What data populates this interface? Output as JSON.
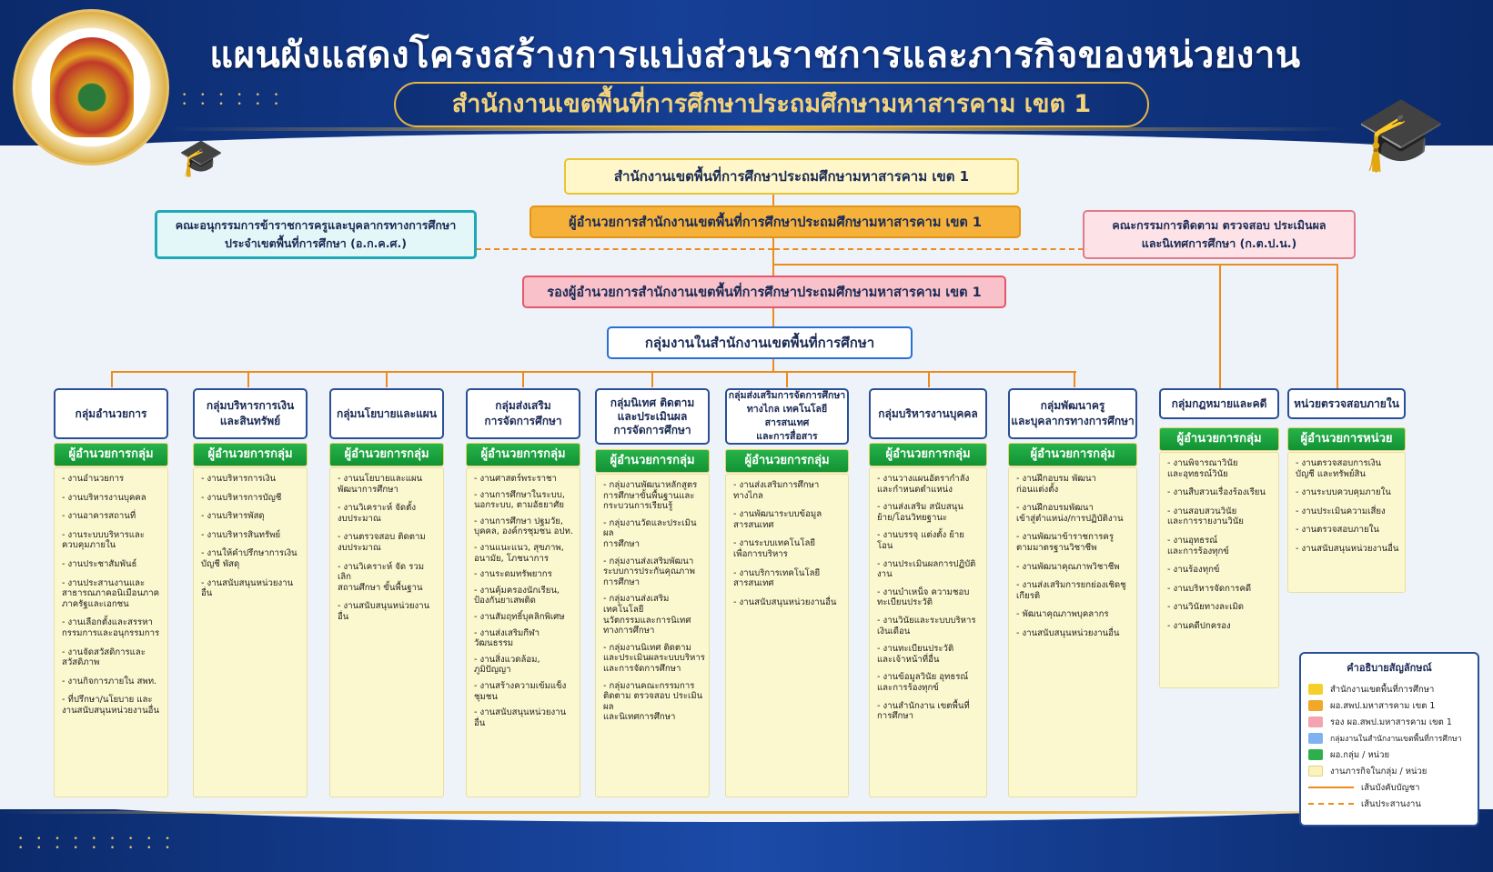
{
  "title": "แผนผังแสดงโครงสร้างการแบ่งส่วนราชการและภารกิจของหน่วยงาน",
  "subtitle": "สำนักงานเขตพื้นที่การศึกษาประถมศึกษามหาสารคาม เขต 1",
  "top_box": "สำนักงานเขตพื้นที่การศึกษาประถมศึกษามหาสารคาม เขต 1",
  "director_box": "ผู้อำนวยการสำนักงานเขตพื้นที่การศึกษาประถมศึกษามหาสารคาม เขต 1",
  "deputy_box": "รองผู้อำนวยการสำนักงานเขตพื้นที่การศึกษาประถมศึกษามหาสารคาม เขต 1",
  "groups_box": "กลุ่มงานในสำนักงานเขตพื้นที่การศึกษา",
  "left_committee": "คณะอนุกรรมการข้าราชการครูและบุคลากรทางการศึกษา\nประจำเขตพื้นที่การศึกษา (อ.ก.ค.ศ.)",
  "right_committee": "คณะกรรมการติดตาม ตรวจสอบ ประเมินผล\nและนิเทศการศึกษา (ก.ต.ป.น.)",
  "columns": [
    {
      "name": "กลุ่มอำนวยการ",
      "head": "ผู้อำนวยการกลุ่ม",
      "items": [
        "- งานอำนวยการ",
        "- งานบริหารงานบุคคล",
        "- งานอาคารสถานที่",
        "- งานระบบบริหารและ\nควบคุมภายใน",
        "- งานประชาสัมพันธ์",
        "- งานประสานงานและ\nสาธารณภาคอนิเมือนภาค\nภาครัฐและเอกชน",
        "- งานเลือกตั้งและสรรหา\nกรรมการและอนุกรรมการ",
        "- งานจัดสวัสดิการและ\nสวัสดิภาพ",
        "- งานกิจการภายใน สพท.",
        "- ที่ปรึกษา/นโยบาย และ\nงานสนับสนุนหน่วยงานอื่น"
      ]
    },
    {
      "name": "กลุ่มบริหารการเงิน\nและสินทรัพย์",
      "head": "ผู้อำนวยการกลุ่ม",
      "items": [
        "- งานบริหารการเงิน",
        "- งานบริหารการบัญชี",
        "- งานบริหารพัสดุ",
        "- งานบริหารสินทรัพย์",
        "- งานให้คำปรึกษาการเงิน\nบัญชี พัสดุ",
        "- งานสนับสนุนหน่วยงานอื่น"
      ]
    },
    {
      "name": "กลุ่มนโยบายและแผน",
      "head": "ผู้อำนวยการกลุ่ม",
      "items": [
        "- งานนโยบายและแผน\nพัฒนาการศึกษา",
        "- งานวิเคราะห์ จัดตั้ง\nงบประมาณ",
        "- งานตรวจสอบ ติดตาม\nงบประมาณ",
        "- งานวิเคราะห์ จัด รวม เลิก\nสถานศึกษา ขั้นพื้นฐาน",
        "- งานสนับสนุนหน่วยงานอื่น"
      ]
    },
    {
      "name": "กลุ่มส่งเสริม\nการจัดการศึกษา",
      "head": "ผู้อำนวยการกลุ่ม",
      "items": [
        "- งานศาสตร์พระราชา",
        "- งานการศึกษาในระบบ,\nนอกระบบ, ตามอัธยาศัย",
        "- งานการศึกษา ปฐมวัย,\nบุคคล, องค์กรชุมชน อปท.",
        "- งานแนะแนว, สุขภาพ,\nอนามัย, โภชนาการ",
        "- งานระดมทรัพยากร",
        "- งานคุ้มครองนักเรียน,\nป้องกันยาเสพติด",
        "- งานสัมฤทธิ์บุคลิกพิเศษ",
        "- งานส่งเสริมกีฬา\nวัฒนธรรม",
        "- งานสิ่งแวดล้อม,\nภูมิปัญญา",
        "- งานสร้างความเข้มแข็ง\nชุมชน",
        "- งานสนับสนุนหน่วยงานอื่น"
      ]
    },
    {
      "name": "กลุ่มนิเทศ ติดตาม\nและประเมินผล\nการจัดการศึกษา",
      "head": "ผู้อำนวยการกลุ่ม",
      "items": [
        "- กลุ่มงานพัฒนาหลักสูตร\nการศึกษาขั้นพื้นฐานและ\nกระบวนการเรียนรู้",
        "- กลุ่มงานวัดและประเมินผล\nการศึกษา",
        "- กลุ่มงานส่งเสริมพัฒนา\nระบบการประกันคุณภาพ\nการศึกษา",
        "- กลุ่มงานส่งเสริมเทคโนโลยี\nนวัตกรรมและการนิเทศ\nทางการศึกษา",
        "- กลุ่มงานนิเทศ ติดตาม\nและประเมินผลระบบบริหาร\nและการจัดการศึกษา",
        "- กลุ่มงานคณะกรรมการ\nติดตาม ตรวจสอบ ประเมินผล\nและนิเทศการศึกษา"
      ]
    },
    {
      "name": "กลุ่มส่งเสริมการจัดการศึกษา\nทางไกล เทคโนโลยีสารสนเทศ\nและการสื่อสาร",
      "head": "ผู้อำนวยการกลุ่ม",
      "items": [
        "- งานส่งเสริมการศึกษา\nทางไกล",
        "- งานพัฒนาระบบข้อมูล\nสารสนเทศ",
        "- งานระบบเทคโนโลยี\nเพื่อการบริหาร",
        "- งานบริการเทคโนโลยี\nสารสนเทศ",
        "- งานสนับสนุนหน่วยงานอื่น"
      ]
    },
    {
      "name": "กลุ่มบริหารงานบุคคล",
      "head": "ผู้อำนวยการกลุ่ม",
      "items": [
        "- งานวางแผนอัตรากำลัง\nและกำหนดตำแหน่ง",
        "- งานส่งเสริม สนับสนุน\nย้าย/โอนวิทยฐานะ",
        "- งานบรรจุ แต่งตั้ง ย้าย โอน",
        "- งานประเมินผลการปฏิบัติงาน",
        "- งานบำเหน็จ ความชอบ\nทะเบียนประวัติ",
        "- งานวินัยและระบบบริหาร\nเงินเดือน",
        "- งานทะเบียนประวัติ\nและเจ้าหน้าที่อื่น",
        "- งานข้อมูลวินัย อุทธรณ์\nและการร้องทุกข์",
        "- งานสำนักงาน เขตพื้นที่\nการศึกษา"
      ]
    },
    {
      "name": "กลุ่มพัฒนาครู\nและบุคลากรทางการศึกษา",
      "head": "ผู้อำนวยการกลุ่ม",
      "items": [
        "- งานฝึกอบรม พัฒนา\nก่อนแต่งตั้ง",
        "- งานฝึกอบรมพัฒนา\nเข้าสู่ตำแหน่ง/การปฏิบัติงาน",
        "- งานพัฒนาข้าราชการครู\nตามมาตรฐานวิชาชีพ",
        "- งานพัฒนาคุณภาพวิชาชีพ",
        "- งานส่งเสริมการยกย่องเชิดชู\nเกียรติ",
        "- พัฒนาคุณภาพบุคลากร",
        "- งานสนับสนุนหน่วยงานอื่น"
      ]
    },
    {
      "name": "กลุ่มกฎหมายและคดี",
      "head": "ผู้อำนวยการกลุ่ม",
      "items": [
        "- งานพิจารณาวินัย\nและอุทธรณ์วินัย",
        "- งานสืบสวนเรื่องร้องเรียน",
        "- งานสอบสวนวินัย\nและการรายงานวินัย",
        "- งานอุทธรณ์\nและการร้องทุกข์",
        "- งานร้องทุกข์",
        "- งานบริหารจัดการคดี",
        "- งานวินัยทางละเมิด",
        "- งานคดีปกครอง"
      ]
    },
    {
      "name": "หน่วยตรวจสอบภายใน",
      "head": "ผู้อำนวยการหน่วย",
      "items": [
        "- งานตรวจสอบการเงิน\nบัญชี และทรัพย์สิน",
        "- งานระบบควบคุมภายใน",
        "- งานประเมินความเสี่ยง",
        "- งานตรวจสอบภายใน",
        "- งานสนับสนุนหน่วยงานอื่น"
      ]
    }
  ],
  "legend": {
    "title": "คำอธิบายสัญลักษณ์",
    "items": [
      {
        "label": "สำนักงานเขตพื้นที่การศึกษา",
        "color": "#f5cf2a"
      },
      {
        "label": "ผอ.สพป.มหาสารคาม เขต 1",
        "color": "#f1a72a"
      },
      {
        "label": "รอง ผอ.สพป.มหาสารคาม เขต 1",
        "color": "#f4a3b0"
      },
      {
        "label": "กลุ่มงานในสำนักงานเขตพื้นที่การศึกษา",
        "color": "#7fb2f0"
      },
      {
        "label": "ผอ.กลุ่ม / หน่วย",
        "color": "#2db04b"
      },
      {
        "label": "งานภารกิจในกลุ่ม / หน่วย",
        "color": "#fbf3b8"
      }
    ],
    "line_solid": "เส้นบังคับบัญชา",
    "line_dashed": "เส้นประสานงาน"
  }
}
